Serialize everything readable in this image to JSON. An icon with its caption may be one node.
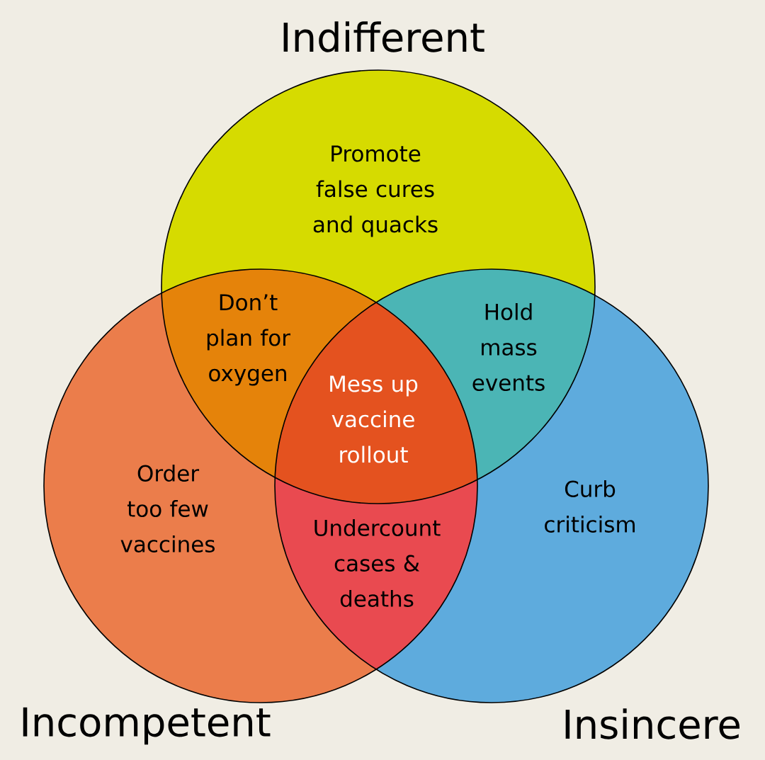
{
  "diagram": {
    "nodes": [
      {
        "text": [
          "Indifferent",
          "Promote false cures and quacks"
        ]
      },
      {
        "text": [
          "Order too few vaccines",
          "Incompetent"
        ]
      },
      {
        "text": [
          "Curb criticism",
          "Insincere"
        ]
      }
    ],
    "labels": [
      "Don’t plan for oxygen",
      "Hold mass events",
      "Mess up vaccine rollout",
      "Undercount cases & deaths"
    ]
  }
}
